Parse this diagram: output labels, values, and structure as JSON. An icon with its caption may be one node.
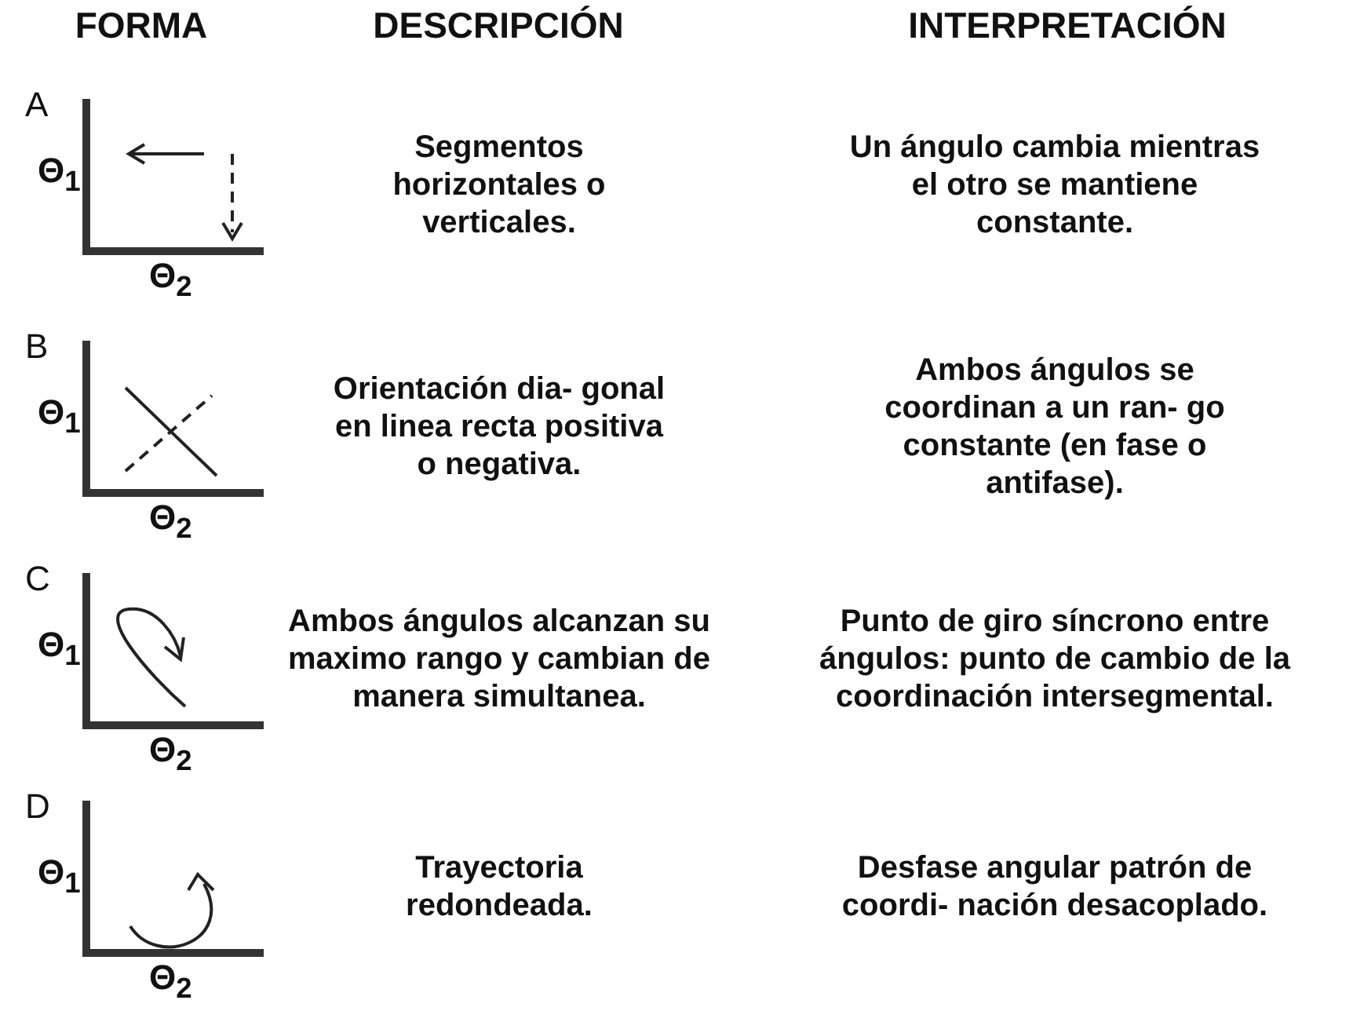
{
  "diagram": {
    "labels": [
      "FORMA",
      "DESCRIPCIÓN",
      "INTERPRETACIÓN",
      "A",
      "Θ$_{1}$",
      "Θ$_{2}$",
      "Segmentos horizontales o verticales.",
      "Un ángulo cambia mientras el otro se mantiene constante.",
      "B",
      "Θ$_{1}$",
      "Θ$_{2}$",
      "Orientación dia- gonal en linea recta positiva o negativa.",
      "Ambos ángulos se coordinan a un ran- go constante (en fase o antifase).",
      "C",
      "Θ$_{1}$",
      "Θ$_{2}$",
      "Ambos ángulos alcanzan su maximo rango y cambian de manera simultanea.",
      "Punto de giro síncrono entre ángulos: punto de cambio de la coordinación intersegmental.",
      "D",
      "Θ$_{1}$",
      "Θ$_{2}$",
      "Trayectoria redondeada.",
      "Desfase angular patrón de coordi- nación desacoplado."
    ]
  }
}
